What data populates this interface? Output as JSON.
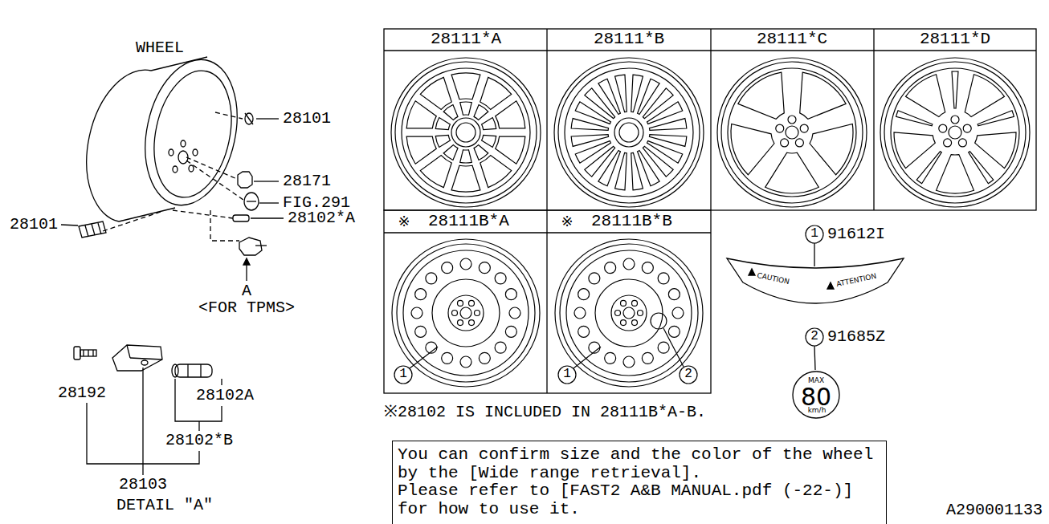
{
  "diagram": {
    "nodes": [
      {
        "text": [
          "You can confirm size and the color of the wheel by the [Wide range retrieval].",
          "Please refer to [FAST2 A&B MANUAL.pdf (-22-)] for how to use it."
        ]
      }
    ],
    "labels": [
      "WHEEL",
      "28101",
      "28171",
      "FIG.291",
      "28102*A",
      "28101",
      "A",
      "<FOR TPMS>",
      "28192",
      "28102A",
      "28102*B",
      "28103",
      "DETAIL \"A\"",
      "28111*A",
      "28111*B",
      "28111*C",
      "28111*D",
      "※",
      "28111B*A",
      "※",
      "28111B*B",
      "1",
      "1",
      "2",
      "1",
      "91612I",
      "2",
      "91685Z",
      "CAUTION",
      "ATTENTION",
      "MAX",
      "80",
      "km/h",
      "※28102 IS INCLUDED IN 28111B*A-B.",
      "A290001133"
    ]
  }
}
